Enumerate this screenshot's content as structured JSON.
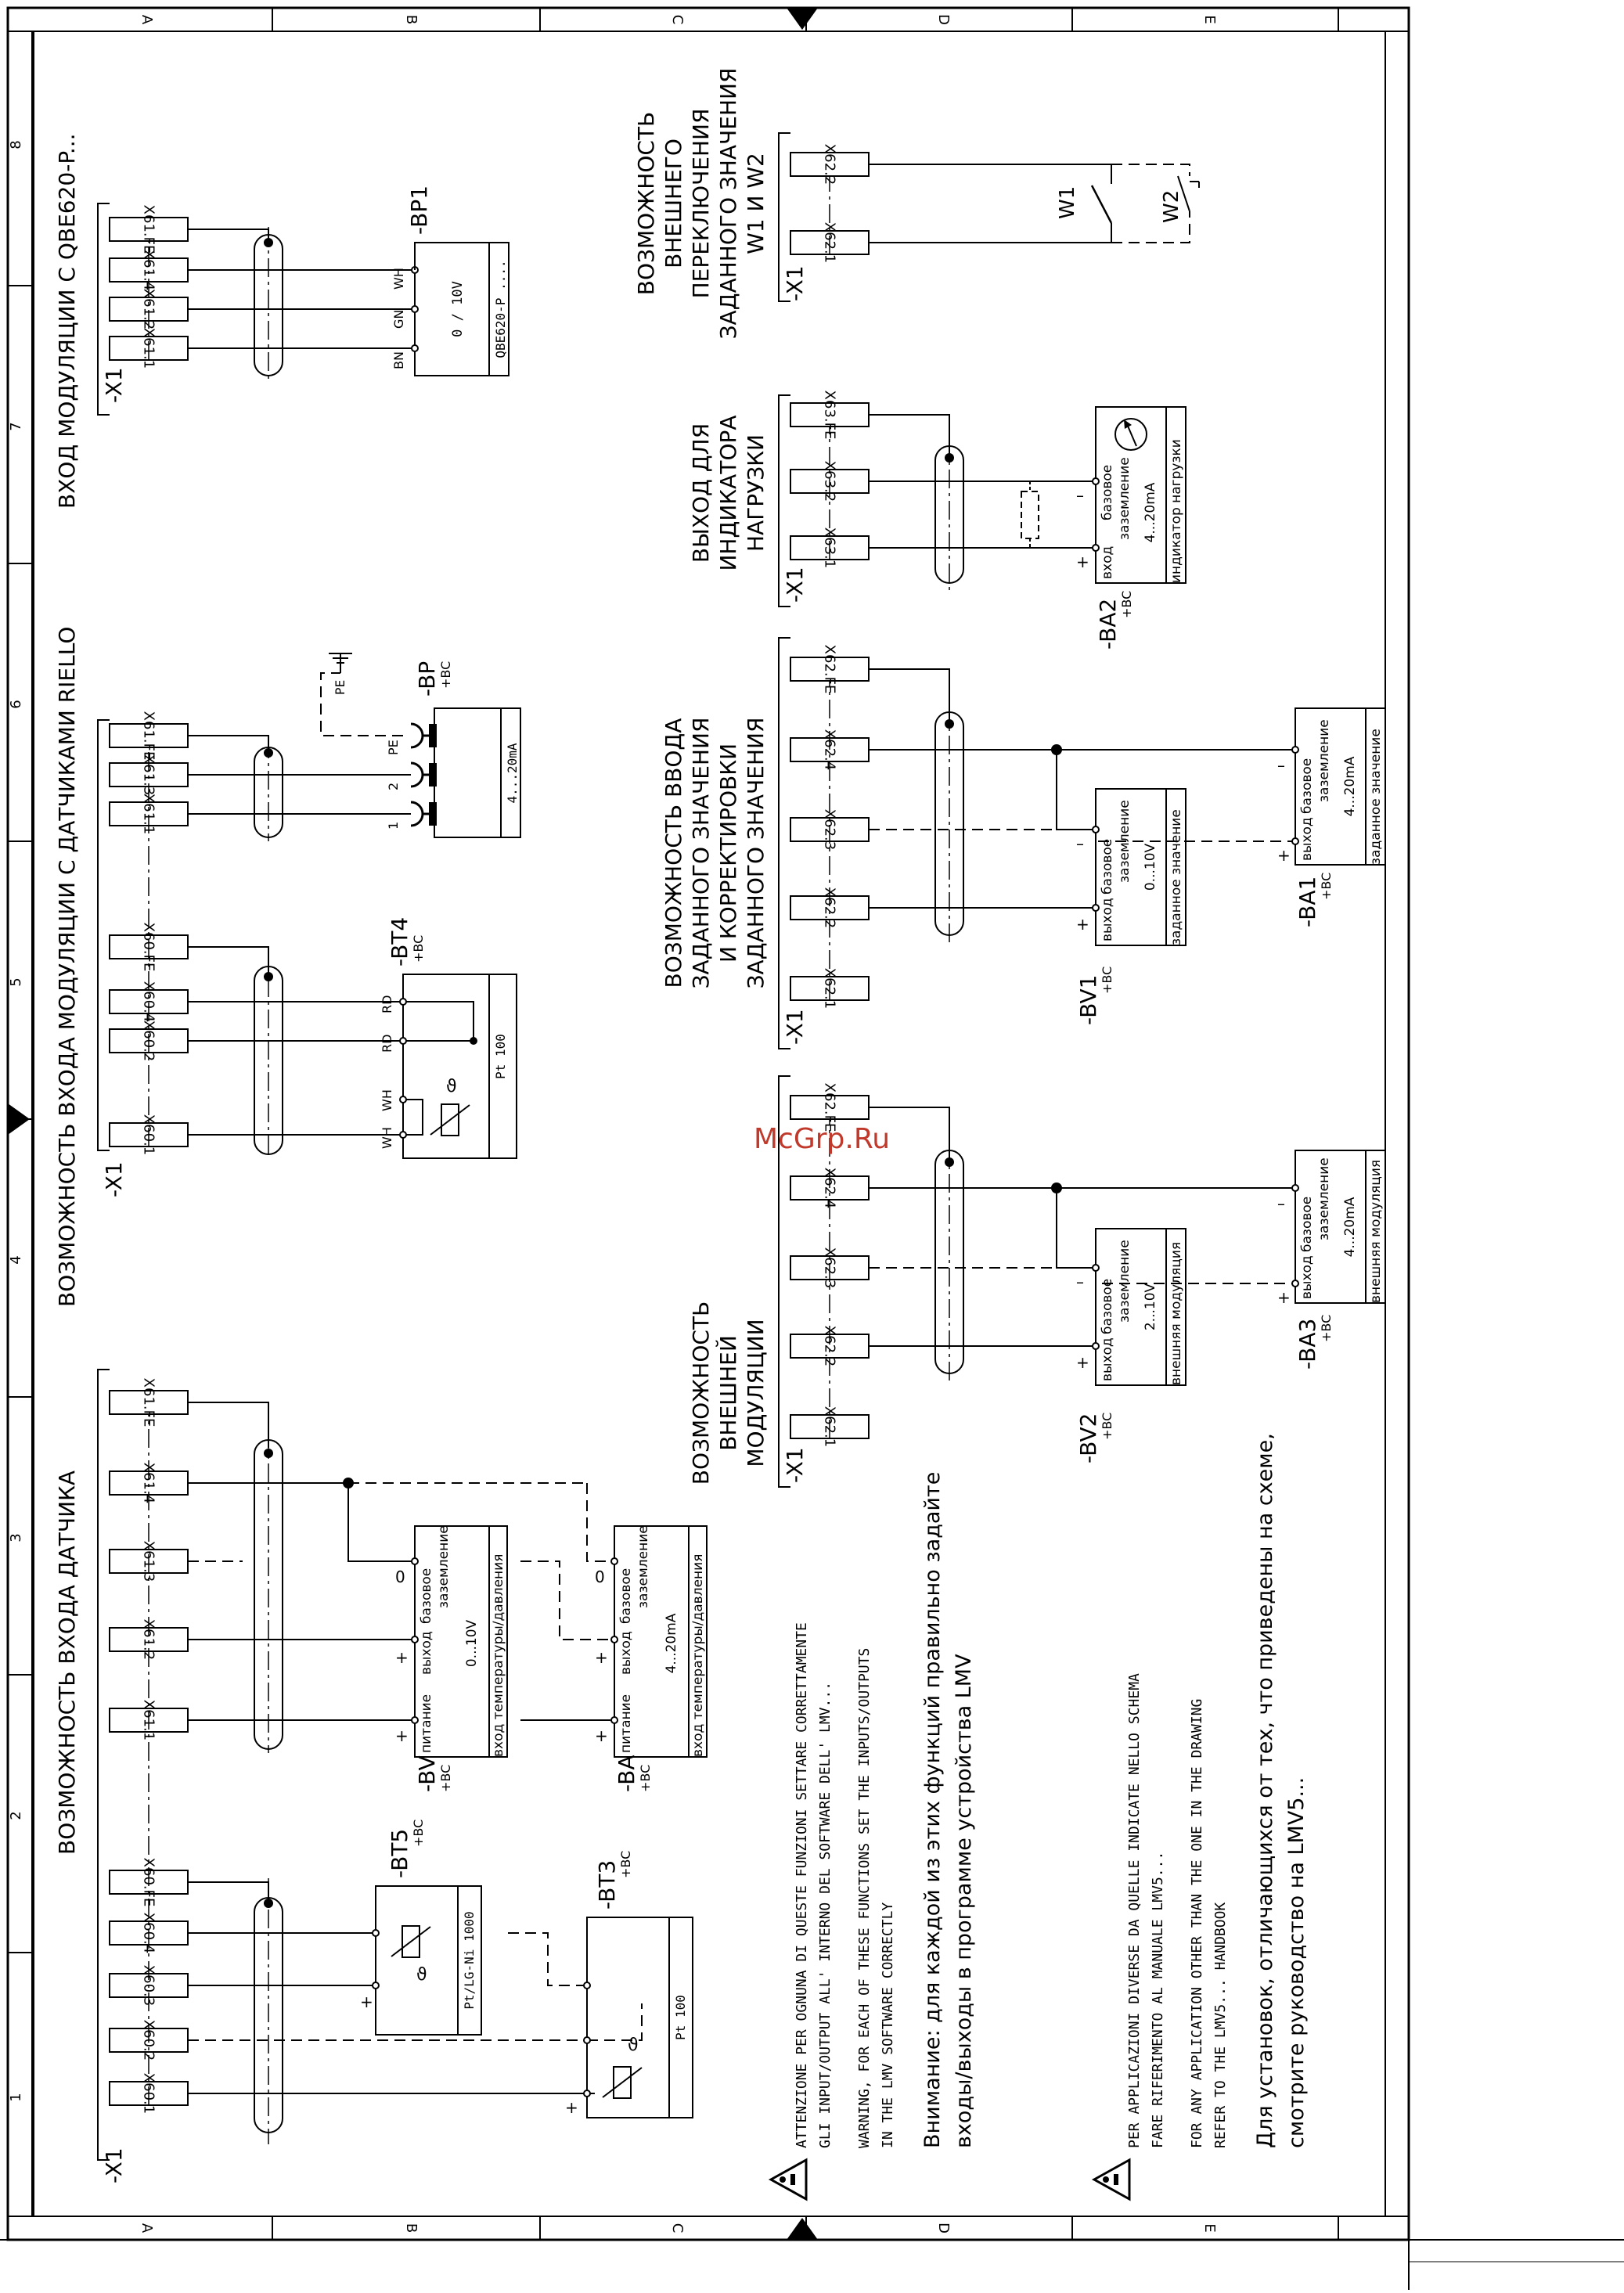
{
  "frame": {
    "rows": [
      "A",
      "B",
      "C",
      "D",
      "E"
    ],
    "cols": [
      "1",
      "2",
      "3",
      "4",
      "5",
      "6",
      "7",
      "8"
    ]
  },
  "sections": [
    {
      "id": "s1",
      "title": "ВОЗМОЖНОСТЬ ВХОДА ДАТЧИКА"
    },
    {
      "id": "s2",
      "title": "ВОЗМОЖНОСТЬ ВХОДА МОДУЛЯЦИИ С ДАТЧИКАМИ RIELLO"
    },
    {
      "id": "s3",
      "title": "ВХОД МОДУЛЯЦИИ С QBE620-P..."
    },
    {
      "id": "s4",
      "title": [
        "ВОЗМОЖНОСТЬ",
        "ВНЕШНЕЙ",
        "МОДУЛЯЦИИ"
      ]
    },
    {
      "id": "s5",
      "title": [
        "ВОЗМОЖНОСТЬ ВВОДА",
        "ЗАДАННОГО ЗНАЧЕНИЯ",
        "И КОРРЕКТИРОВКИ",
        "ЗАДАННОГО ЗНАЧЕНИЯ"
      ]
    },
    {
      "id": "s6",
      "title": [
        "ВЫХОД ДЛЯ",
        "ИНДИКАТОРА",
        "НАГРУЗКИ"
      ]
    },
    {
      "id": "s7",
      "title": [
        "ВОЗМОЖНОСТЬ",
        "ВНЕШНЕГО",
        "ПЕРЕКЛЮЧЕНИЯ",
        "ЗАДАННОГО ЗНАЧЕНИЯ",
        "W1 И W2"
      ]
    }
  ],
  "terminals": {
    "connector": "-X1",
    "s1": [
      "X60.1",
      "X60.2",
      "X60.3",
      "X60.4",
      "X60.FE",
      "X61.1",
      "X61.2",
      "X61.3",
      "X61.4",
      "X61.FE"
    ],
    "s2": [
      "X60.1",
      "X60.2",
      "X60.4",
      "X60.FE",
      "X61.1",
      "X61.3",
      "X61.FE"
    ],
    "s3": [
      "X61.1",
      "X61.2",
      "X61.4",
      "X61.FE"
    ],
    "s4": [
      "X62.1",
      "X62.2",
      "X62.3",
      "X62.4",
      "X62.FE"
    ],
    "s5": [
      "X62.1",
      "X62.2",
      "X62.3",
      "X62.4",
      "X62.FE"
    ],
    "s6": [
      "X63.1",
      "X63.2",
      "X63.FE"
    ],
    "s7": [
      "X62.1",
      "X62.2"
    ]
  },
  "components": {
    "BT5": {
      "tag": "-BT5",
      "sub": "+BC",
      "label": "Pt/LG-Ni 1000"
    },
    "BT3": {
      "tag": "-BT3",
      "sub": "+BC",
      "label": "Pt 100"
    },
    "BV": {
      "tag": "-BV",
      "sub": "+BC",
      "pins": [
        "питание",
        "выход",
        "базовое",
        "заземление"
      ],
      "range": "0...10V",
      "desc": "вход температуры/давления"
    },
    "BA": {
      "tag": "-BA",
      "sub": "+BC",
      "pins": [
        "питание",
        "выход",
        "базовое",
        "заземление"
      ],
      "range": "4...20mA",
      "desc": "вход температуры/давления"
    },
    "BT4": {
      "tag": "-BT4",
      "sub": "+BC",
      "label": "Pt 100",
      "wires": [
        "WH",
        "WH",
        "RD",
        "RD"
      ]
    },
    "BP": {
      "tag": "-BP",
      "sub": "+BC",
      "label": "4...20mA",
      "pins": [
        "1",
        "2",
        "PE"
      ],
      "pe": "PE"
    },
    "BP1": {
      "tag": "-BP1",
      "label": "0 / 10V",
      "model": "QBE620-P ....",
      "wires": [
        "BN",
        "GN",
        "WH"
      ]
    },
    "BV2": {
      "tag": "-BV2",
      "sub": "+BC",
      "pins": [
        "выход",
        "базовое",
        "заземление"
      ],
      "range": "2...10V",
      "desc": "внешняя модуляция"
    },
    "BA3": {
      "tag": "-BA3",
      "sub": "+BC",
      "pins": [
        "выход",
        "базовое",
        "заземление"
      ],
      "range": "4...20mA",
      "desc": "внешняя модуляция"
    },
    "BV1": {
      "tag": "-BV1",
      "sub": "+BC",
      "pins": [
        "выход",
        "базовое",
        "заземление"
      ],
      "range": "0...10V",
      "desc": "заданное значение"
    },
    "BA1": {
      "tag": "-BA1",
      "sub": "+BC",
      "pins": [
        "выход",
        "базовое",
        "заземление"
      ],
      "range": "4...20mA",
      "desc": "заданное значение"
    },
    "BA2": {
      "tag": "-BA2",
      "sub": "+BC",
      "pins": [
        "вход",
        "базовое",
        "заземление"
      ],
      "range": "4...20mA",
      "desc": "индикатор нагрузки"
    },
    "W": {
      "w1": "W1",
      "w2": "W2"
    }
  },
  "signs": {
    "plus": "+",
    "minus": "–",
    "zero": "0"
  },
  "notes": {
    "n1_it_1": "ATTENZIONE PER OGNUNA DI QUESTE FUNZIONI SETTARE CORRETTAMENTE",
    "n1_it_2": "GLI INPUT/OUTPUT ALL' INTERNO DEL SOFTWARE DELL' LMV...",
    "n1_en_1": "WARNING, FOR EACH OF THESE FUNCTIONS SET THE INPUTS/OUTPUTS",
    "n1_en_2": "IN THE LMV SOFTWARE CORRECTLY",
    "n1_ru_1": "Внимание: для каждой из этих функций правильно задайте",
    "n1_ru_2": "входы/выходы в программе устройства LMV",
    "n2_it_1": "PER APPLICAZIONI DIVERSE DA QUELLE INDICATE NELLO SCHEMA",
    "n2_it_2": "FARE RIFERIMENTO AL MANUALE LMV5...",
    "n2_en_1": "FOR ANY APPLICATION OTHER THAN THE ONE IN THE DRAWING",
    "n2_en_2": "REFER TO THE LMV5... HANDBOOK",
    "n2_ru_1": "Для установок, отличающихся от тех, что приведены на схеме,",
    "n2_ru_2": "смотрите руководство на LMV5..."
  },
  "watermark": "McGrp.Ru"
}
